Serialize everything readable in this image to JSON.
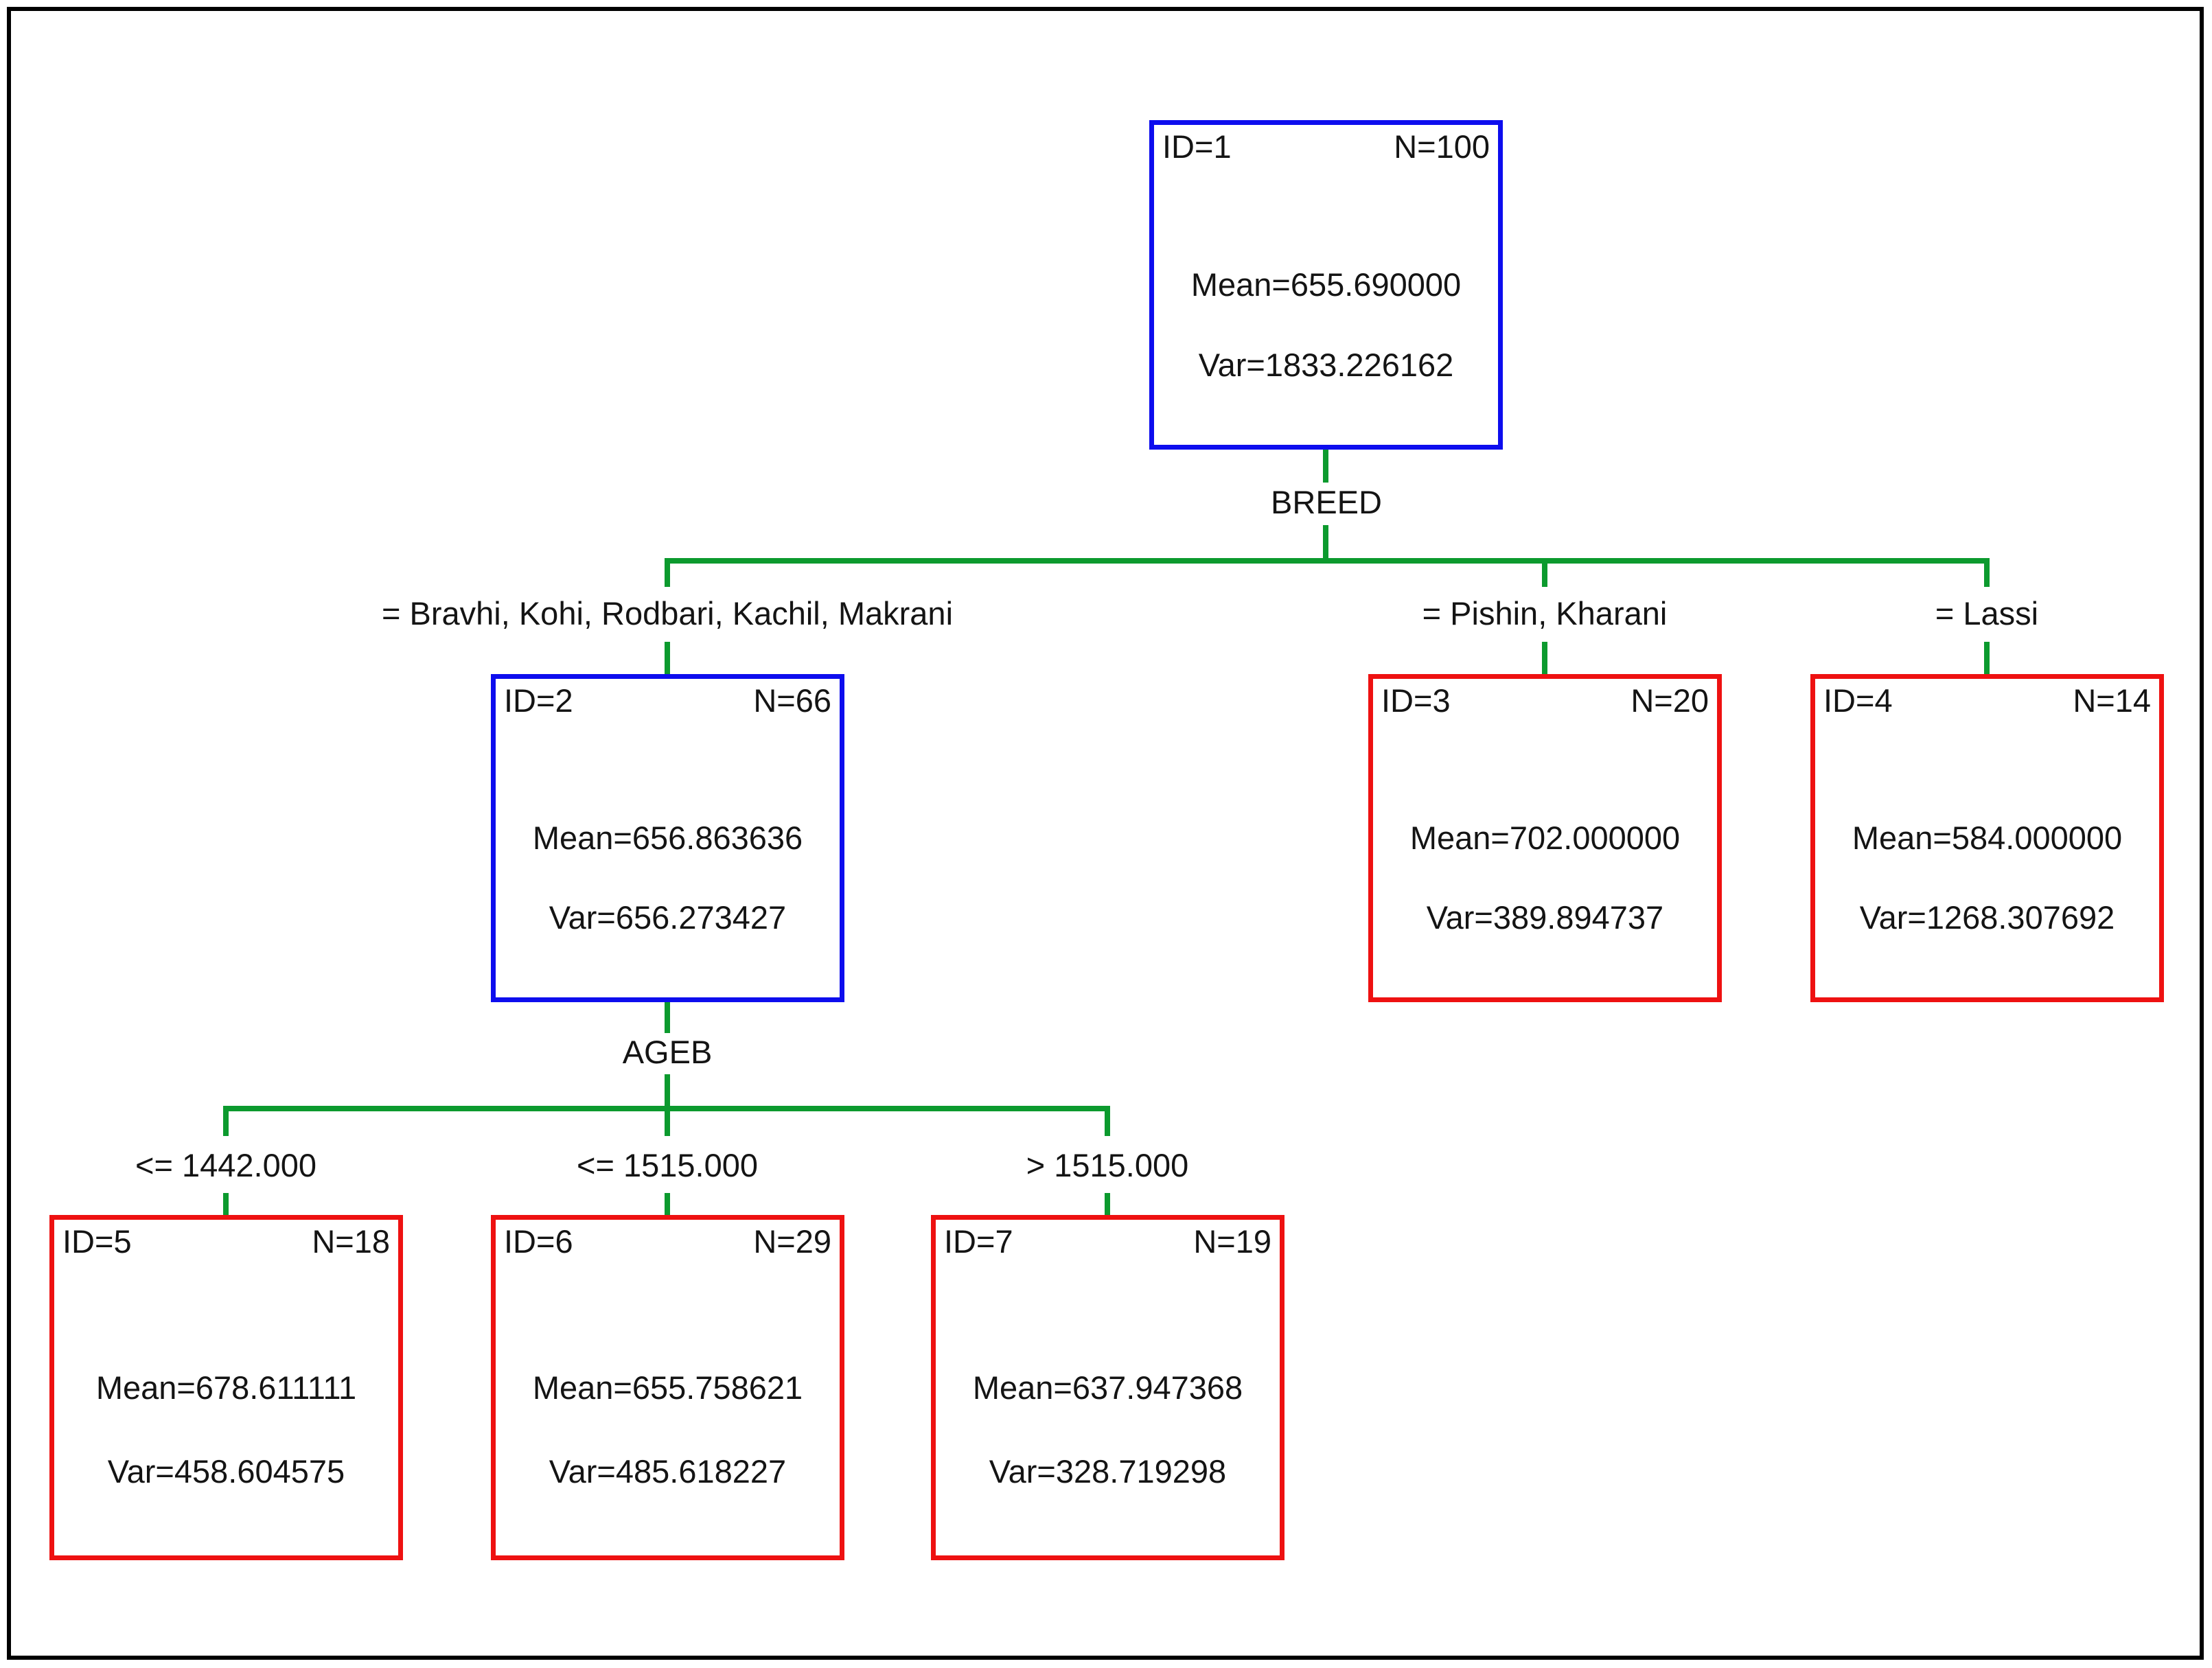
{
  "colors": {
    "internal_node_border": "#0d0dee",
    "terminal_node_border": "#ee1111",
    "connector_line": "#0c9a2e",
    "text": "#141414",
    "frame": "#000000"
  },
  "tree": {
    "split_1": {
      "variable": "BREED",
      "branch_labels": [
        "= Bravhi, Kohi, Rodbari, Kachil, Makrani",
        "= Pishin, Kharani",
        "= Lassi"
      ]
    },
    "split_2": {
      "variable": "AGEB",
      "branch_labels": [
        "<= 1442.000",
        "<= 1515.000",
        "> 1515.000"
      ]
    },
    "nodes": [
      {
        "id": "ID=1",
        "n": "N=100",
        "mean": "Mean=655.690000",
        "variance": "Var=1833.226162",
        "role": "internal"
      },
      {
        "id": "ID=2",
        "n": "N=66",
        "mean": "Mean=656.863636",
        "variance": "Var=656.273427",
        "role": "internal"
      },
      {
        "id": "ID=3",
        "n": "N=20",
        "mean": "Mean=702.000000",
        "variance": "Var=389.894737",
        "role": "terminal"
      },
      {
        "id": "ID=4",
        "n": "N=14",
        "mean": "Mean=584.000000",
        "variance": "Var=1268.307692",
        "role": "terminal"
      },
      {
        "id": "ID=5",
        "n": "N=18",
        "mean": "Mean=678.611111",
        "variance": "Var=458.604575",
        "role": "terminal"
      },
      {
        "id": "ID=6",
        "n": "N=29",
        "mean": "Mean=655.758621",
        "variance": "Var=485.618227",
        "role": "terminal"
      },
      {
        "id": "ID=7",
        "n": "N=19",
        "mean": "Mean=637.947368",
        "variance": "Var=328.719298",
        "role": "terminal"
      }
    ]
  }
}
